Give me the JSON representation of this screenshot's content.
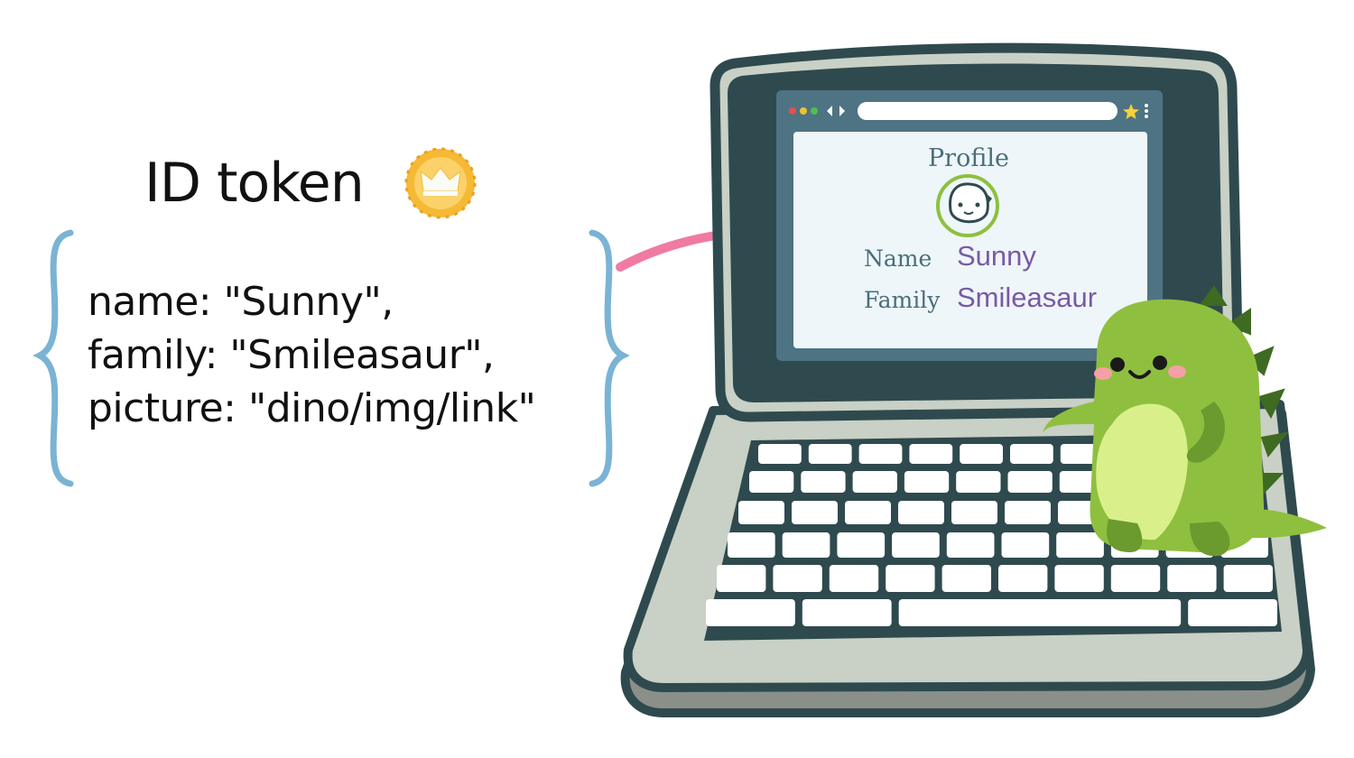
{
  "token": {
    "title": "ID token",
    "lines": [
      "name: \"Sunny\",",
      "family: \"Smileasaur\",",
      "picture: \"dino/img/link\""
    ]
  },
  "screen": {
    "profile_title": "Profile",
    "name_label": "Name",
    "name_value": "Sunny",
    "family_label": "Family",
    "family_value": "Smileasaur"
  },
  "icons": {
    "badge": "crown-coin-icon",
    "avatar": "dino-face-icon",
    "arrow": "arrow-right-icon",
    "bookmark": "star-icon"
  },
  "colors": {
    "brace": "#7ab3d4",
    "arrow": "#f07aa3",
    "coin": "#f6b935",
    "laptop_body": "#c9d0c5",
    "laptop_outline": "#2f4a4e",
    "screen_frame": "#4e7383",
    "dino": "#8fbf3f",
    "dino_belly": "#d9f08a",
    "profile_value": "#7a5aa4"
  }
}
